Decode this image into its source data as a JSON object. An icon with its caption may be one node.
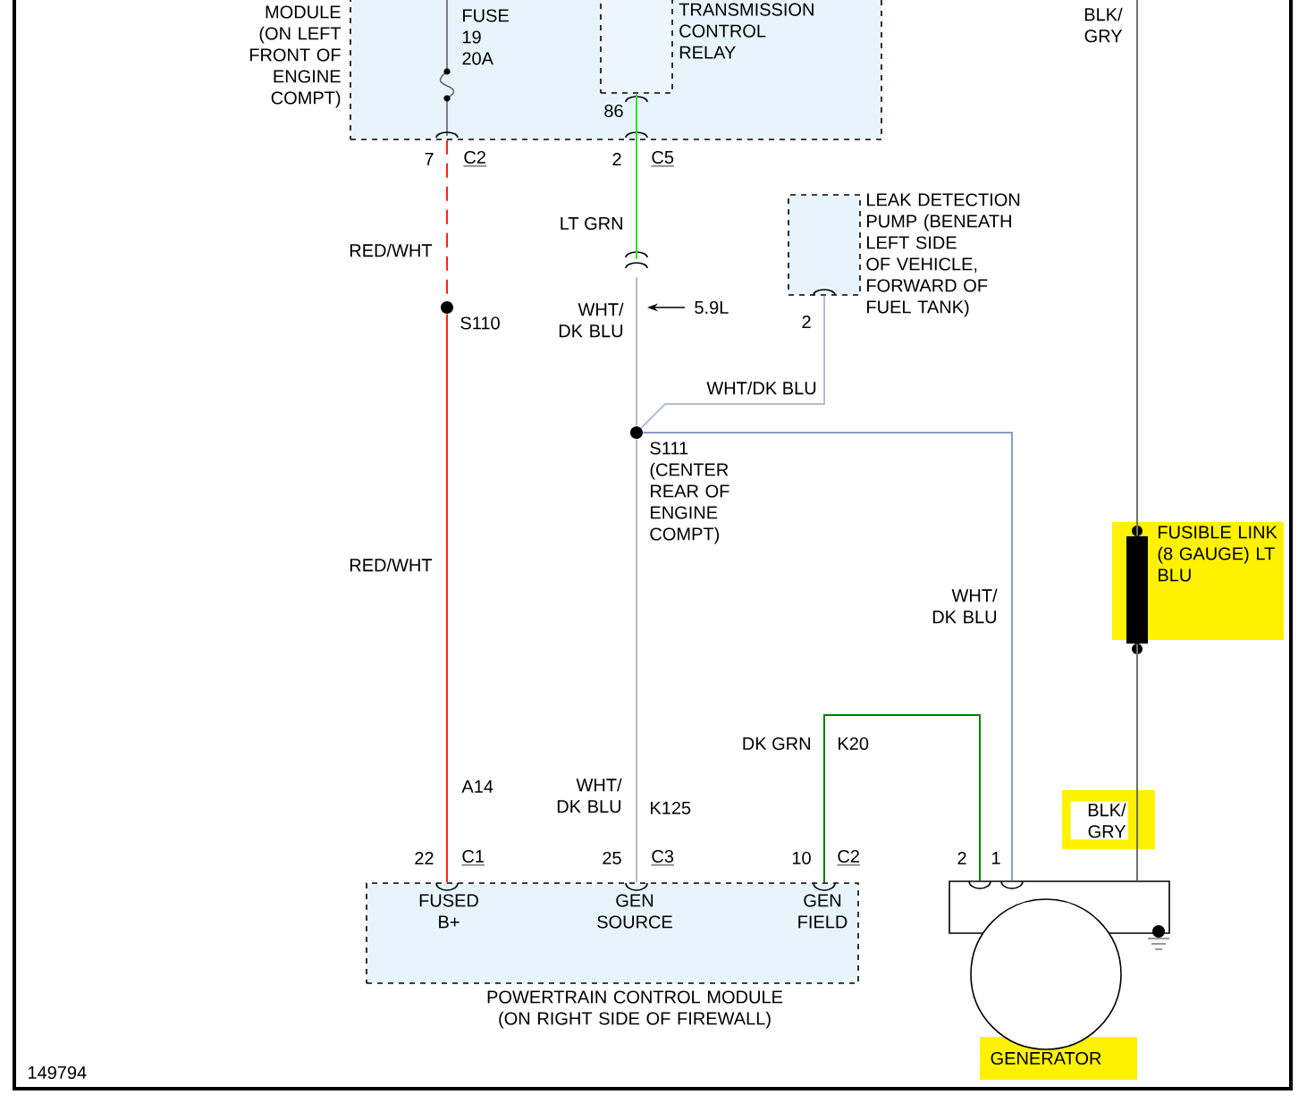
{
  "diagram": {
    "nodes": [
      {
        "text": [
          "MODULE (ON LEFT FRONT OF ENGINE COMPT)"
        ]
      },
      {
        "text": [
          "TRANSMISSION CONTROL RELAY"
        ],
        "in": 0
      },
      {
        "text": [
          "LEAK DETECTION PUMP (BENEATH LEFT SIDE OF VEHICLE, FORWARD OF FUEL TANK)"
        ]
      },
      {
        "text": [],
        "shape": "circle",
        "beside": [
          "S110"
        ]
      },
      {
        "text": [],
        "shape": "circle",
        "beside": [
          "S111 (CENTER REAR OF ENGINE COMPT)"
        ]
      },
      {
        "text": [
          "FUSED B+",
          "GEN SOURCE",
          "GEN FIELD",
          "POWERTRAIN CONTROL MODULE (ON RIGHT SIDE OF FIREWALL)"
        ]
      },
      {
        "text": [
          "GENERATOR"
        ]
      },
      {
        "text": [
          "FUSIBLE LINK (8 GAUGE) LT BLU"
        ]
      },
      {
        "text": [],
        "shape": "connector"
      }
    ],
    "edges": [
      {
        "from": 0,
        "to": 3,
        "arrow": "none",
        "label": "RED/WHT",
        "style": "dashed",
        "color": "#ff2020"
      },
      {
        "from": 3,
        "to": 5,
        "arrow": "none",
        "label": "RED/WHT",
        "color": "#ff2020"
      },
      {
        "from": 1,
        "to": 8,
        "arrow": "none",
        "label": "LT GRN",
        "color": "#33dd33"
      },
      {
        "from": 8,
        "to": 4,
        "arrow": "none",
        "label": "WHT/ DK BLU"
      },
      {
        "from": 2,
        "to": 4,
        "arrow": "none",
        "label": "WHT/DK BLU"
      },
      {
        "from": 4,
        "to": 5,
        "arrow": "none",
        "label": "WHT/ DK BLU"
      },
      {
        "from": 4,
        "to": 6,
        "arrow": "none",
        "label": "WHT/ DK BLU",
        "color": "#8e9ac0"
      },
      {
        "from": 5,
        "to": 6,
        "arrow": "none",
        "label": "DK GRN",
        "color": "#008000"
      },
      {
        "from": null,
        "to": 7,
        "arrow": "none",
        "label": "BLK/ GRY",
        "color": "#707070"
      },
      {
        "from": 7,
        "to": 6,
        "arrow": "none",
        "label": "BLK/ GRY",
        "color": "#707070"
      }
    ],
    "labels": [
      "FUSE 19 20A",
      "86",
      "7",
      "C2",
      "2",
      "C5",
      "2",
      "5.9L",
      "A14",
      "K20",
      "K125",
      "22",
      "C1",
      "25",
      "C3",
      "10",
      "C2",
      "2",
      "1",
      "149794"
    ]
  }
}
